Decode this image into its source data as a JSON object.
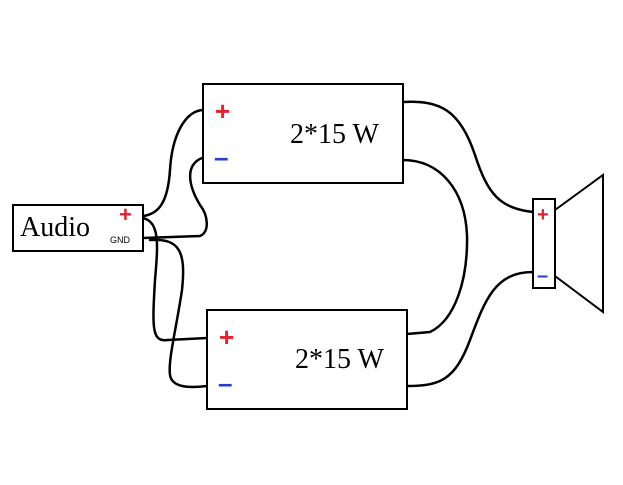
{
  "audio_source": {
    "label": "Audio",
    "plus": "+",
    "gnd": "GND"
  },
  "amplifier_top": {
    "rating": "2*15 W",
    "plus": "+",
    "minus": "–"
  },
  "amplifier_bottom": {
    "rating": "2*15 W",
    "plus": "+",
    "minus": "–"
  },
  "speaker": {
    "plus": "+",
    "minus": "–"
  },
  "colors": {
    "plus": "#e8202a",
    "minus": "#2a3ad8",
    "wire": "#000000",
    "background": "#ffffff"
  }
}
